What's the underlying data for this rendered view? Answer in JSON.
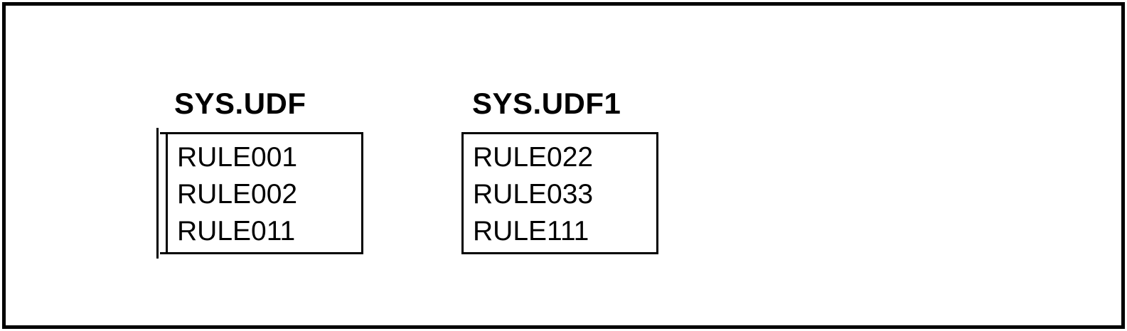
{
  "diagram": {
    "colors": {
      "background": "#ffffff",
      "line": "#000000",
      "text": "#000000"
    },
    "tables": [
      {
        "title": "SYS.UDF",
        "rules": [
          "RULE001",
          "RULE002",
          "RULE011"
        ]
      },
      {
        "title": "SYS.UDF1",
        "rules": [
          "RULE022",
          "RULE033",
          "RULE111"
        ]
      }
    ]
  }
}
